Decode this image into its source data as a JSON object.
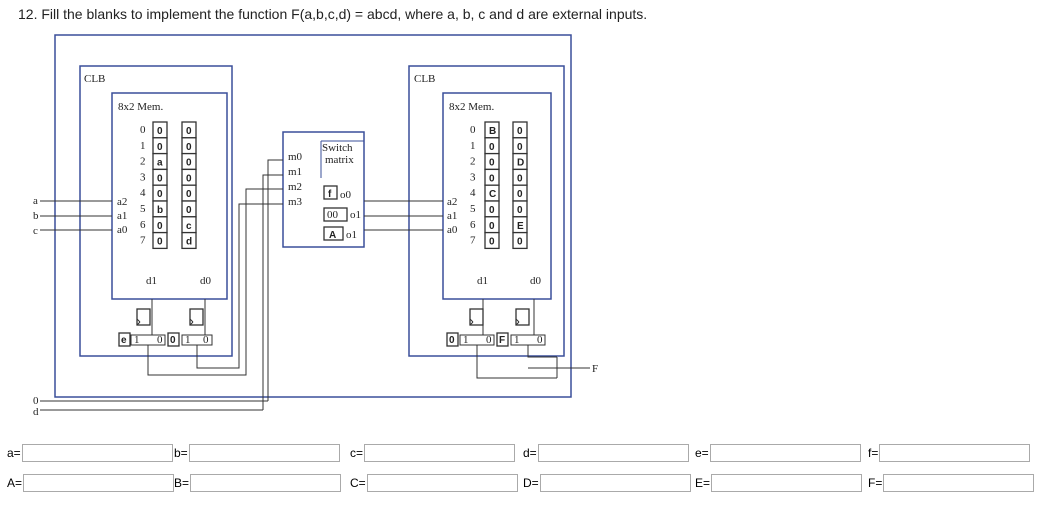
{
  "question": "12. Fill the blanks to implement the function F(a,b,c,d) = abcd, where a, b, c and d are external inputs.",
  "clb_left": {
    "title": "CLB",
    "mem_title": "8x2 Mem.",
    "rows": [
      "0",
      "1",
      "2",
      "3",
      "4",
      "5",
      "6",
      "7"
    ],
    "d1": [
      "0",
      "0",
      "a",
      "0",
      "0",
      "b",
      "0",
      "0"
    ],
    "d0": [
      "0",
      "0",
      "0",
      "0",
      "0",
      "0",
      "c",
      "d"
    ],
    "d1_label": "d1",
    "d0_label": "d0",
    "addr": [
      "a2",
      "a1",
      "a0"
    ],
    "mux1_sel": "e",
    "mux2_sel": "0",
    "mux_one": "1",
    "mux_zero": "0"
  },
  "clb_right": {
    "title": "CLB",
    "mem_title": "8x2 Mem.",
    "rows": [
      "0",
      "1",
      "2",
      "3",
      "4",
      "5",
      "6",
      "7"
    ],
    "d1": [
      "B",
      "0",
      "0",
      "0",
      "C",
      "0",
      "0",
      "0"
    ],
    "d0": [
      "0",
      "0",
      "D",
      "0",
      "0",
      "0",
      "E",
      "0"
    ],
    "d1_label": "d1",
    "d0_label": "d0",
    "addr": [
      "a2",
      "a1",
      "a0"
    ],
    "mux1_sel": "0",
    "mux2_sel": "F",
    "mux_one": "1",
    "mux_zero": "0"
  },
  "switch": {
    "title_line1": "Switch",
    "title_line2": "matrix",
    "inputs": [
      "m0",
      "m1",
      "m2",
      "m3"
    ],
    "entries": [
      {
        "box": "f",
        "out": "o0"
      },
      {
        "box": "00",
        "out": "o1"
      },
      {
        "box": "A",
        "out": "o1"
      }
    ]
  },
  "external_inputs": [
    "a",
    "b",
    "c",
    "0",
    "d"
  ],
  "output_label": "F",
  "answers": {
    "row1": [
      {
        "label": "a=",
        "value": ""
      },
      {
        "label": "b=",
        "value": ""
      },
      {
        "label": "c=",
        "value": ""
      },
      {
        "label": "d=",
        "value": ""
      },
      {
        "label": "e=",
        "value": ""
      },
      {
        "label": "f=",
        "value": ""
      }
    ],
    "row2": [
      {
        "label": "A=",
        "value": ""
      },
      {
        "label": "B=",
        "value": ""
      },
      {
        "label": "C=",
        "value": ""
      },
      {
        "label": "D=",
        "value": ""
      },
      {
        "label": "E=",
        "value": ""
      },
      {
        "label": "F=",
        "value": ""
      }
    ]
  }
}
